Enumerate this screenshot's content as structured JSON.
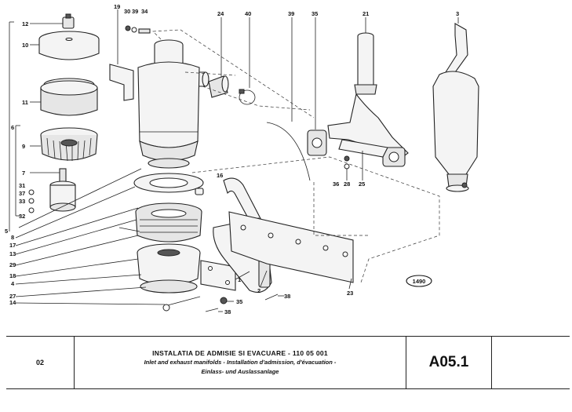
{
  "callouts": {
    "c12": "12",
    "c10": "10",
    "c11": "11",
    "c9": "9",
    "c7": "7",
    "c31": "31",
    "c37": "37",
    "c33": "33",
    "c32": "32",
    "c6": "6",
    "c5": "5",
    "c8": "8",
    "c17": "17",
    "c13": "13",
    "c29": "29",
    "c18": "18",
    "c4": "4",
    "c27": "27",
    "c14": "14",
    "c19": "19",
    "c30": "30",
    "c39a": "39",
    "c34": "34",
    "c24": "24",
    "c40": "40",
    "c39b": "39",
    "c35a": "35",
    "c21": "21",
    "c3": "3",
    "c36": "36",
    "c28": "28",
    "c25": "25",
    "c1": "1",
    "c35b": "35",
    "c38a": "38",
    "c38b": "38",
    "c2": "2",
    "c23": "23",
    "c16": "16"
  },
  "figure_number": "1490",
  "title_block": {
    "sheet": "02",
    "title_ro": "INSTALATIA DE ADMISIE SI EVACUARE  -  110 05 001",
    "title_en_fr": "Inlet and exhaust manifolds  -  Installation d'admission, d'évacuation  -",
    "title_de": "Einlass- und Auslassanlage",
    "code": "A05.1"
  }
}
